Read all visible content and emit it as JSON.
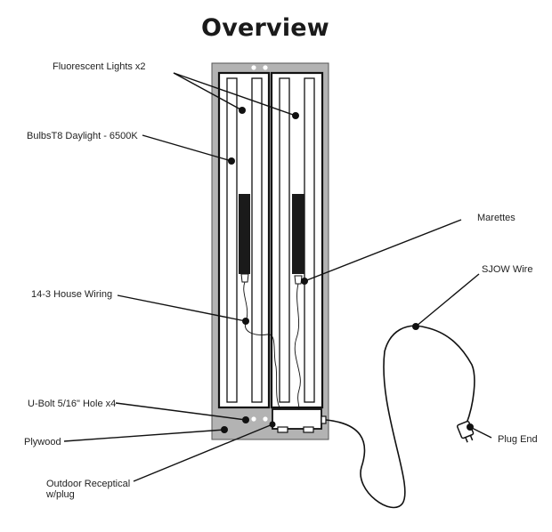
{
  "title": "Overview",
  "labels": {
    "fluorescent_lights": "Fluorescent Lights x2",
    "bulbs": "BulbsT8 Daylight - 6500K",
    "marettes": "Marettes",
    "sjow_wire": "SJOW Wire",
    "house_wiring": "14-3 House Wiring",
    "u_bolt": "U-Bolt 5/16\" Hole x4",
    "plywood": "Plywood",
    "receptical_line1": "Outdoor Receptical",
    "receptical_line2": "w/plug",
    "plug_end": "Plug End"
  },
  "colors": {
    "plywood": "#b3b3b3",
    "fixture": "#ffffff",
    "ballast": "#1a1a1a",
    "ink": "#111111"
  }
}
